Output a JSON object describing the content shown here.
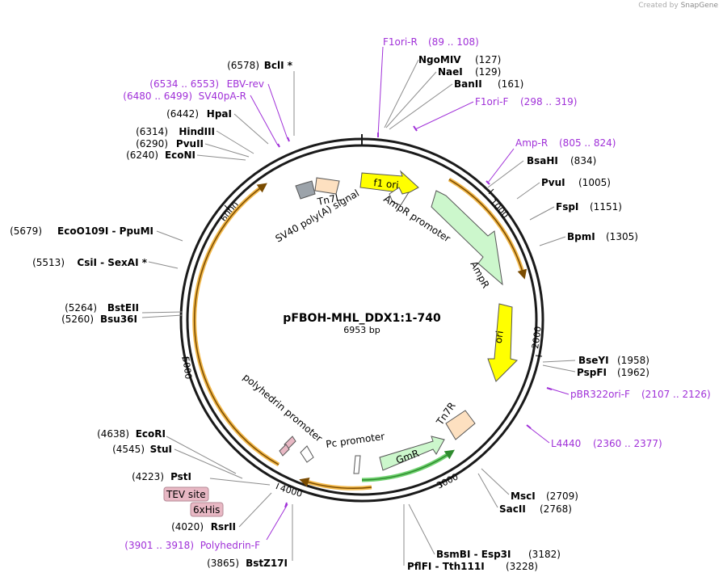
{
  "credit": {
    "prefix": "Created by",
    "brand": "SnapGene"
  },
  "plasmid": {
    "name": "pFBOH-MHL_DDX1:1-740",
    "size": "6953 bp"
  },
  "ticks": [
    "1000",
    "2000",
    "3000",
    "4000",
    "5000",
    "6000"
  ],
  "sites": [
    {
      "name": "NgoMIV",
      "pos": "(127)"
    },
    {
      "name": "NaeI",
      "pos": "(129)"
    },
    {
      "name": "BanII",
      "pos": "(161)"
    },
    {
      "name": "BsaHI",
      "pos": "(834)"
    },
    {
      "name": "PvuI",
      "pos": "(1005)"
    },
    {
      "name": "FspI",
      "pos": "(1151)"
    },
    {
      "name": "BpmI",
      "pos": "(1305)"
    },
    {
      "name": "BseYI",
      "pos": "(1958)"
    },
    {
      "name": "PspFI",
      "pos": "(1962)"
    },
    {
      "name": "MscI",
      "pos": "(2709)"
    },
    {
      "name": "SacII",
      "pos": "(2768)"
    },
    {
      "name": "BsmBI - Esp3I",
      "pos": "(3182)"
    },
    {
      "name": "PflFI - Tth111I",
      "pos": "(3228)"
    },
    {
      "name": "BstZ17I",
      "pos": "(3865)"
    },
    {
      "name": "RsrII",
      "pos": "(4020)"
    },
    {
      "name": "PstI",
      "pos": "(4223)"
    },
    {
      "name": "StuI",
      "pos": "(4545)"
    },
    {
      "name": "EcoRI",
      "pos": "(4638)"
    },
    {
      "name": "Bsu36I",
      "pos": "(5260)"
    },
    {
      "name": "BstEII",
      "pos": "(5264)"
    },
    {
      "name": "CsiI - SexAI *",
      "pos": "(5513)"
    },
    {
      "name": "EcoO109I - PpuMI",
      "pos": "(5679)"
    },
    {
      "name": "EcoNI",
      "pos": "(6240)"
    },
    {
      "name": "PvuII",
      "pos": "(6290)"
    },
    {
      "name": "HindIII",
      "pos": "(6314)"
    },
    {
      "name": "HpaI",
      "pos": "(6442)"
    },
    {
      "name": "BclI *",
      "pos": "(6578)"
    }
  ],
  "primers": [
    {
      "name": "F1ori-R",
      "range": "(89 .. 108)"
    },
    {
      "name": "F1ori-F",
      "range": "(298 .. 319)"
    },
    {
      "name": "Amp-R",
      "range": "(805 .. 824)"
    },
    {
      "name": "pBR322ori-F",
      "range": "(2107 .. 2126)"
    },
    {
      "name": "L4440",
      "range": "(2360 .. 2377)"
    },
    {
      "name": "Polyhedrin-F",
      "range": "(3901 .. 3918)"
    },
    {
      "name": "SV40pA-R",
      "range": "(6480 .. 6499)"
    },
    {
      "name": "EBV-rev",
      "range": "(6534 .. 6553)"
    }
  ],
  "features": {
    "f1ori": "f1 ori",
    "ampr_promoter": "AmpR promoter",
    "ampr": "AmpR",
    "ori": "ori",
    "tn7r": "Tn7R",
    "gmr": "GmR",
    "pc_promoter": "Pc promoter",
    "polyhedrin_promoter": "polyhedrin promoter",
    "tn7l": "Tn7L",
    "sv40": "SV40 poly(A) signal",
    "tev": "TEV site",
    "his": "6xHis"
  },
  "colors": {
    "backbone": "#1a1a1a",
    "primer": "#a030d8",
    "orf_arc": "#f2b84a",
    "orf_edge": "#7a4b00",
    "f1ori": "#ffff00",
    "ampr": "#ccf7cc",
    "gmr_arc": "#6fd16f",
    "tn7": "#fde0c0",
    "sv40": "#9ca3aa",
    "tag": "#e8b8c4"
  }
}
